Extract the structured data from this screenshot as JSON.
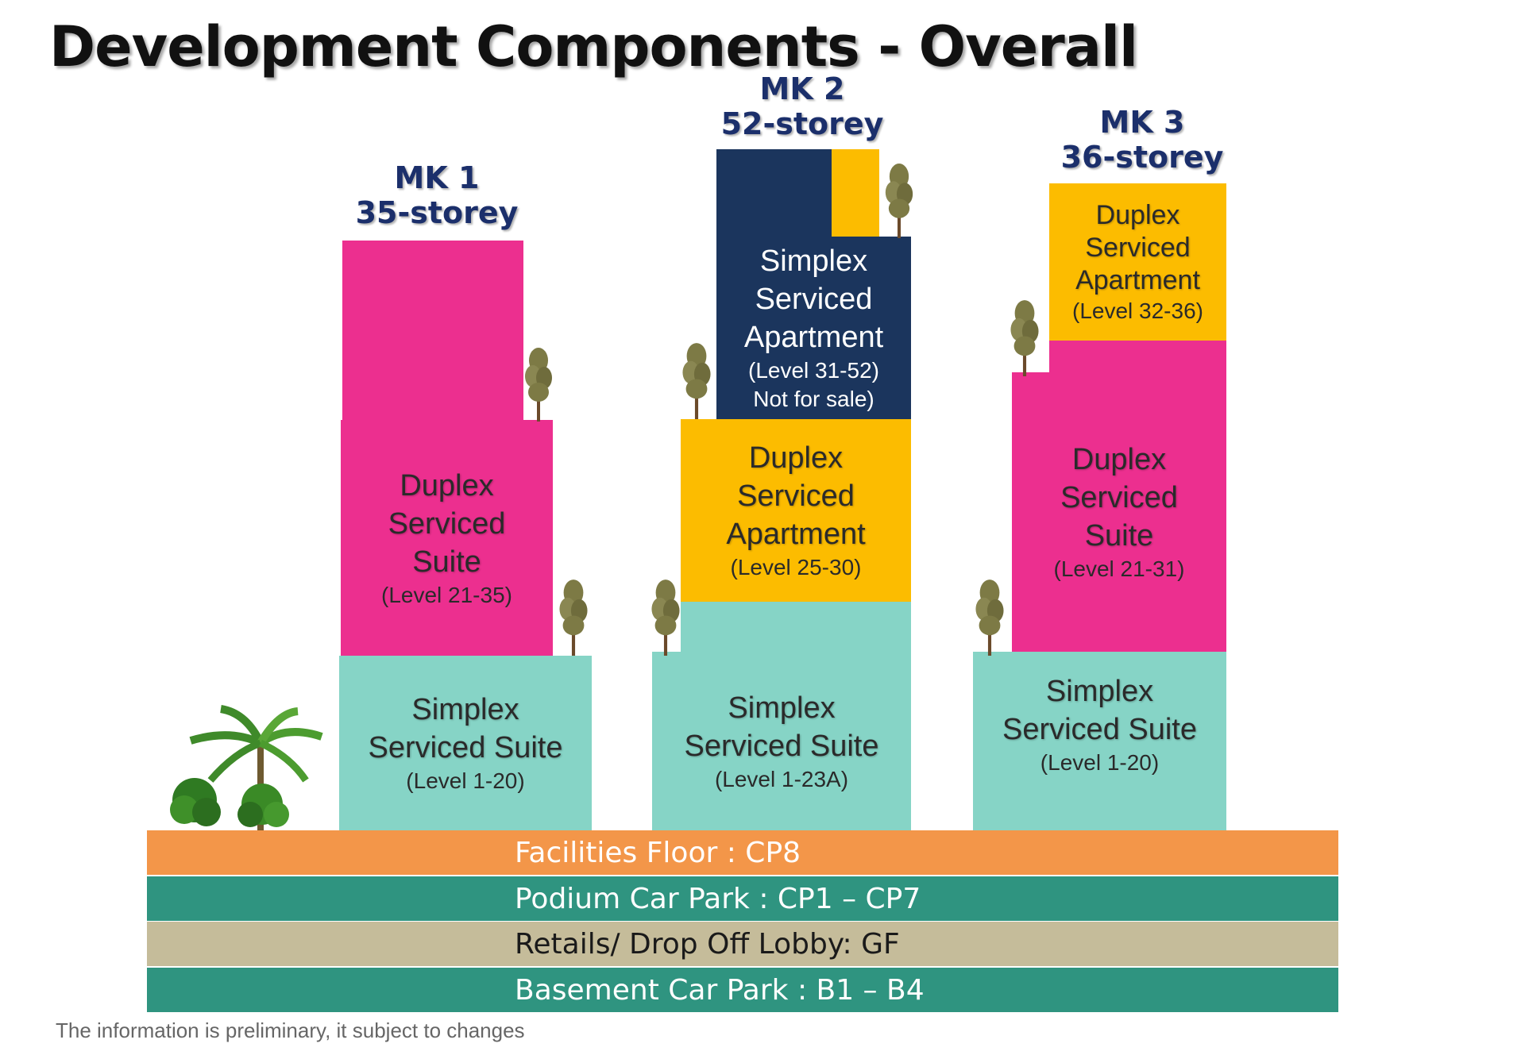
{
  "title": "Development Components - Overall",
  "towers": {
    "mk1": {
      "name": "MK 1",
      "storeys": "35-storey",
      "upper": {
        "line1": "Duplex",
        "line2": "Serviced",
        "line3": "Suite",
        "levels": "(Level 21-35)"
      },
      "lower": {
        "line1": "Simplex",
        "line2": "Serviced Suite",
        "levels": "(Level 1-20)"
      }
    },
    "mk2": {
      "name": "MK 2",
      "storeys": "52-storey",
      "top": {
        "line1": "Simplex",
        "line2": "Serviced",
        "line3": "Apartment",
        "levels": "(Level 31-52)",
        "note": "Not for sale)"
      },
      "middle": {
        "line1": "Duplex",
        "line2": "Serviced",
        "line3": "Apartment",
        "levels": "(Level 25-30)"
      },
      "lower": {
        "line1": "Simplex",
        "line2": "Serviced Suite",
        "levels": "(Level 1-23A)"
      }
    },
    "mk3": {
      "name": "MK 3",
      "storeys": "36-storey",
      "top": {
        "line1": "Duplex",
        "line2": "Serviced",
        "line3": "Apartment",
        "levels": "(Level 32-36)"
      },
      "middle": {
        "line1": "Duplex",
        "line2": "Serviced",
        "line3": "Suite",
        "levels": "(Level 21-31)"
      },
      "lower": {
        "line1": "Simplex",
        "line2": "Serviced Suite",
        "levels": "(Level 1-20)"
      }
    }
  },
  "podium": {
    "facilities": "Facilities Floor : CP8",
    "car_park": "Podium Car Park : CP1 – CP7",
    "retail": "Retails/ Drop Off Lobby: GF",
    "basement": "Basement Car Park : B1 – B4"
  },
  "footnote": "The information is preliminary, it subject to changes",
  "colors": {
    "pink": "#ec2f8f",
    "teal": "#86d4c6",
    "gold": "#fcbc00",
    "navy": "#1b355d",
    "facilities_band": "#f39649",
    "car_park_band": "#2f9480",
    "retail_band": "#c5bc9a",
    "heading_text": "#1b2f6b"
  }
}
